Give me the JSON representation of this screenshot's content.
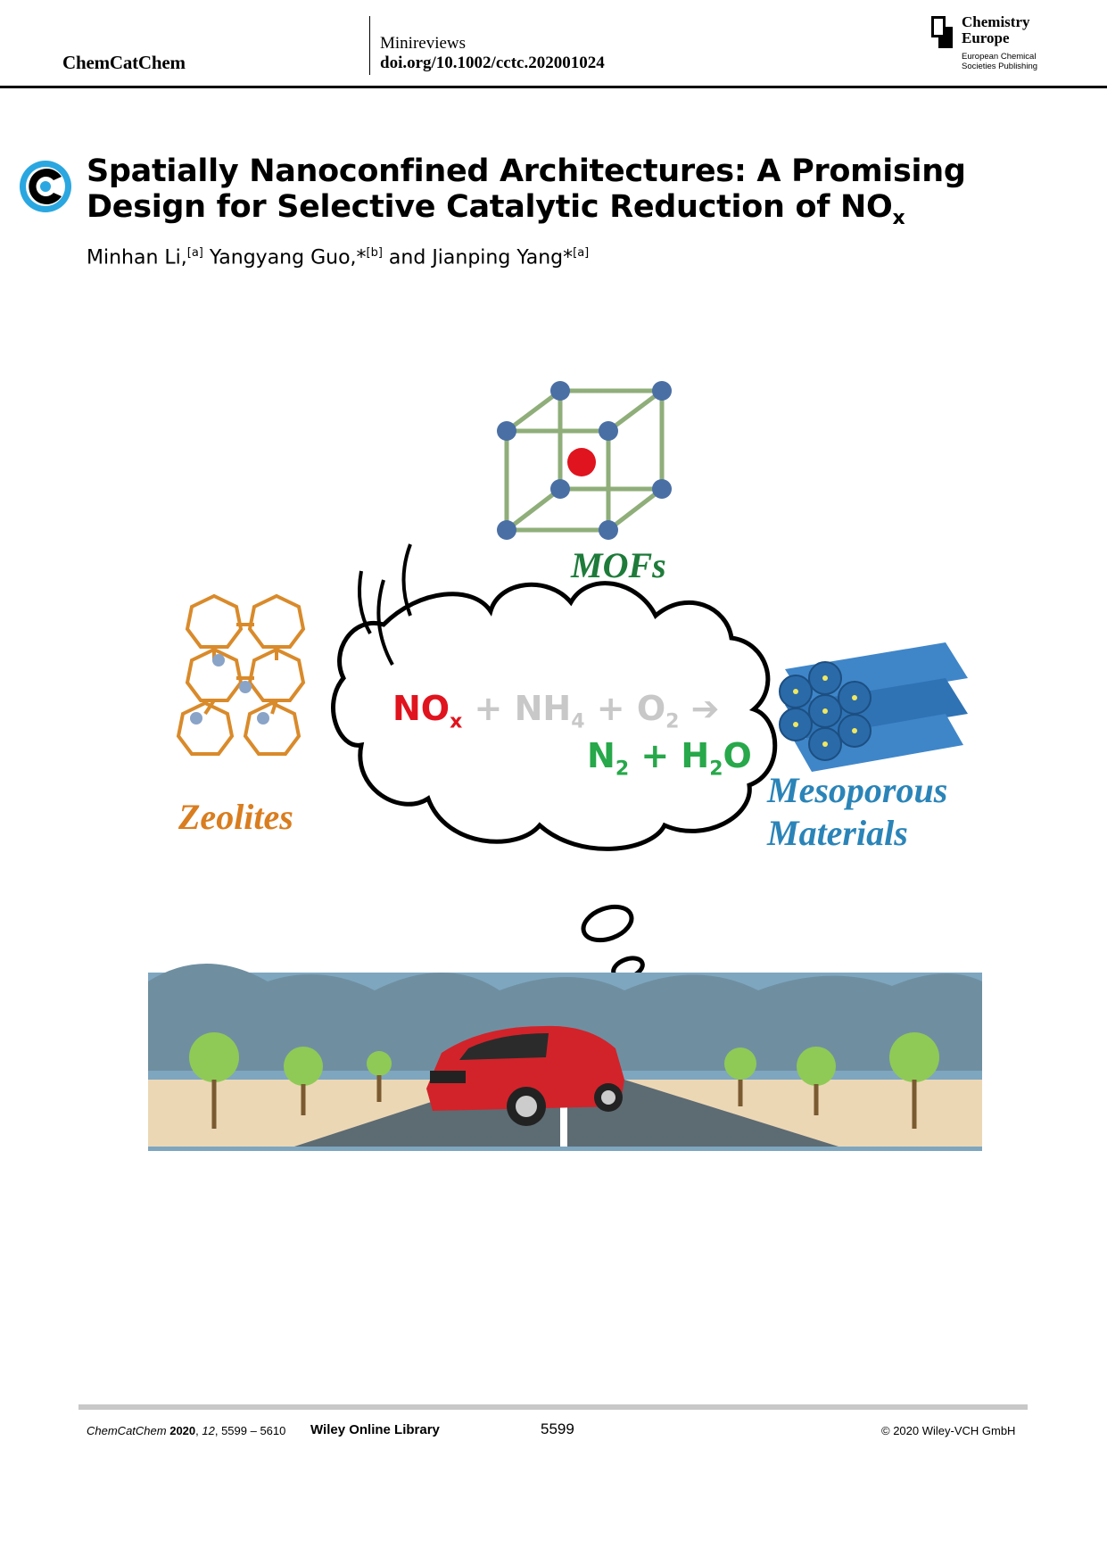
{
  "header": {
    "journal": "ChemCatChem",
    "section": "Minireviews",
    "doi": "doi.org/10.1002/cctc.202001024",
    "publisher_name_line1": "Chemistry",
    "publisher_name_line2": "Europe",
    "publisher_sub_line1": "European Chemical",
    "publisher_sub_line2": "Societies Publishing"
  },
  "article": {
    "title_part1": "Spatially Nanoconfined Architectures: A Promising Design for Selective Catalytic Reduction of NO",
    "title_subscript": "x",
    "authors": [
      {
        "name": "Minhan Li,",
        "aff": "[a]"
      },
      {
        "name": " Yangyang Guo,*",
        "aff": "[b]"
      },
      {
        "name": " and Jianping Yang*",
        "aff": "[a]"
      }
    ]
  },
  "graphic": {
    "label_mofs": "MOFs",
    "label_zeolites": "Zeolites",
    "label_meso_line1": "Mesoporous",
    "label_meso_line2": "Materials",
    "eq_reactant1": "NO",
    "eq_reactant1_sub": "x",
    "eq_plus1": " + NH",
    "eq_nh_sub": "4",
    "eq_plus2": " + O",
    "eq_o_sub": "2",
    "eq_arrow": " ➔",
    "eq_prod1": "N",
    "eq_prod1_sub": "2",
    "eq_plus3": " + H",
    "eq_h_sub": "2",
    "eq_prod2": "O",
    "colors": {
      "mofs": "#1e7b3a",
      "zeolites": "#d97d1f",
      "meso": "#2a84b8",
      "red": "#e0141e",
      "green": "#27a84a"
    }
  },
  "footer": {
    "cite_journal": "ChemCatChem",
    "cite_year": "2020",
    "cite_vol": "12",
    "cite_pages": "5599 – 5610",
    "library": "Wiley Online Library",
    "page_number": "5599",
    "copyright": "© 2020 Wiley-VCH GmbH"
  }
}
